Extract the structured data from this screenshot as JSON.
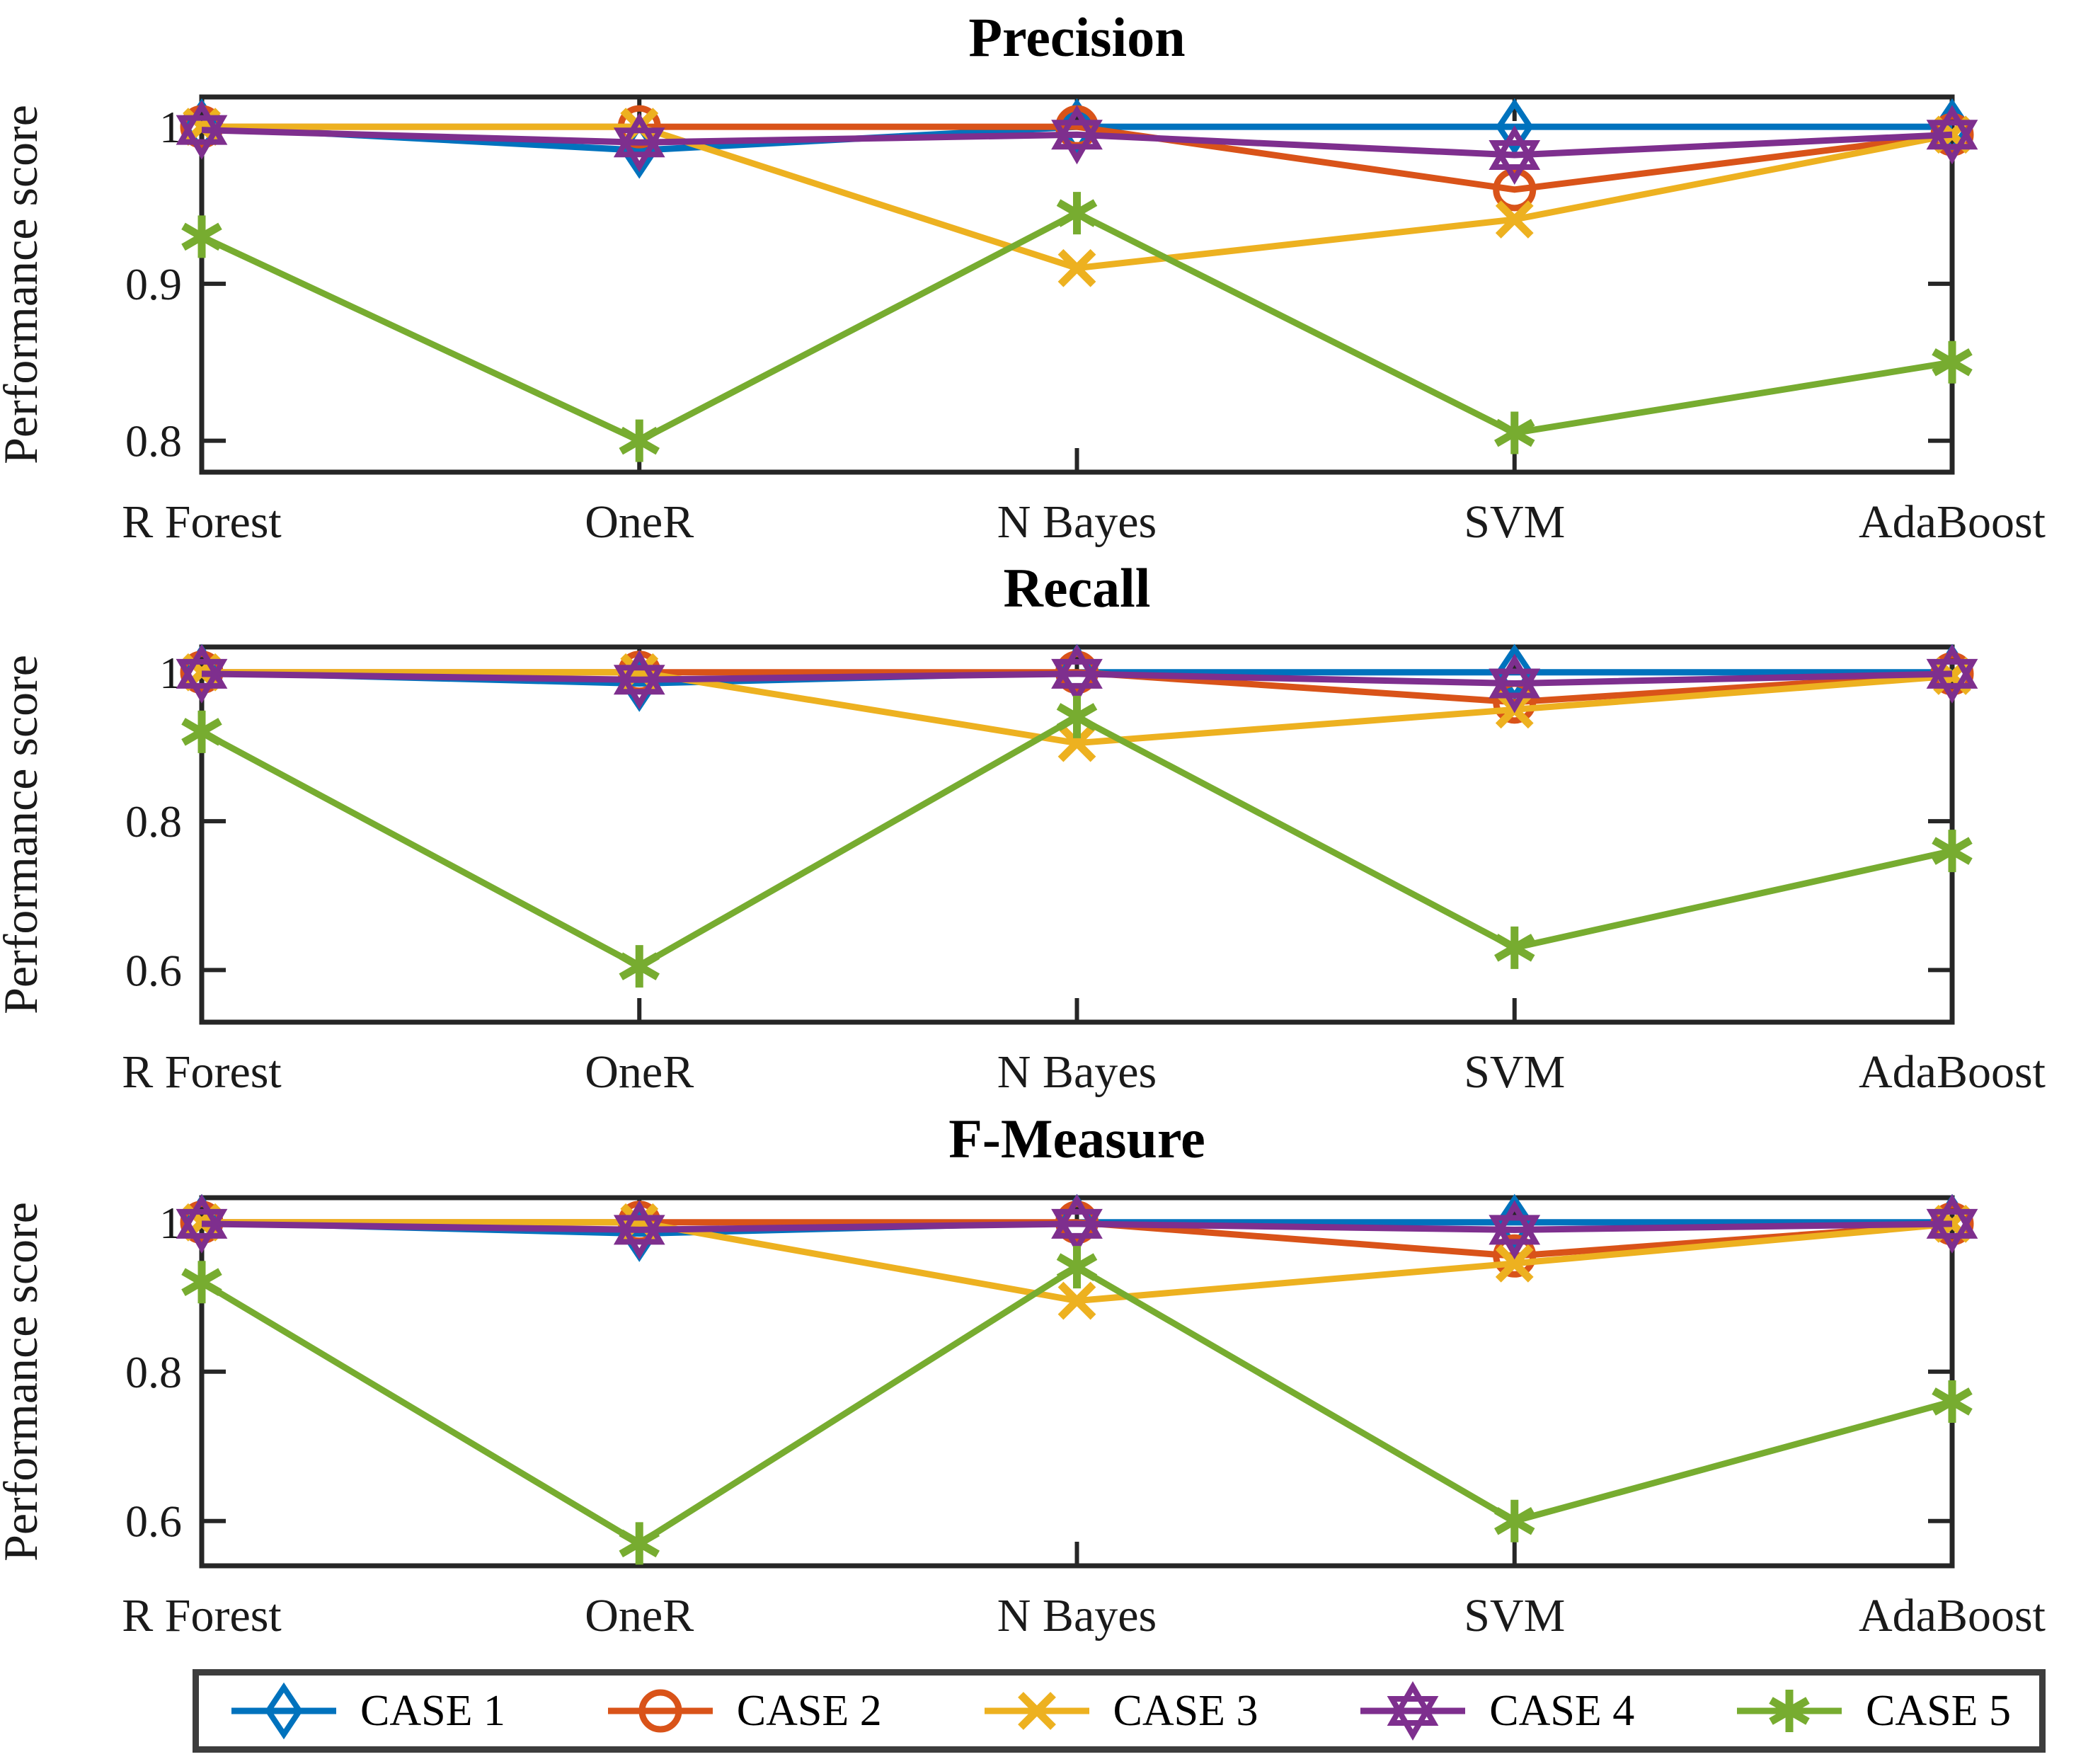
{
  "legend": {
    "items": [
      {
        "label": "CASE 1",
        "color": "#0072BD",
        "marker": "diamond"
      },
      {
        "label": "CASE 2",
        "color": "#D95319",
        "marker": "circle"
      },
      {
        "label": "CASE 3",
        "color": "#EDB120",
        "marker": "x"
      },
      {
        "label": "CASE 4",
        "color": "#7E2F8E",
        "marker": "hexagram"
      },
      {
        "label": "CASE 5",
        "color": "#77AC30",
        "marker": "asterisk"
      }
    ]
  },
  "chart_data": [
    {
      "type": "line",
      "title": "Precision",
      "ylabel": "Performance score",
      "categories": [
        "R Forest",
        "OneR",
        "N Bayes",
        "SVM",
        "AdaBoost"
      ],
      "ylim": [
        0.78,
        1.019
      ],
      "yticks": {
        "values": [
          0.8,
          0.9,
          1.0
        ],
        "labels": [
          "0.8",
          "0.9",
          "1"
        ]
      },
      "grid": false,
      "series": [
        {
          "name": "CASE 1",
          "color": "#0072BD",
          "marker": "diamond",
          "values": [
            1.0,
            0.985,
            1.0,
            1.0,
            1.0
          ]
        },
        {
          "name": "CASE 2",
          "color": "#D95319",
          "marker": "circle",
          "values": [
            1.0,
            1.0,
            1.0,
            0.96,
            0.995
          ]
        },
        {
          "name": "CASE 3",
          "color": "#EDB120",
          "marker": "x",
          "values": [
            1.0,
            1.0,
            0.91,
            0.941,
            0.995
          ]
        },
        {
          "name": "CASE 4",
          "color": "#7E2F8E",
          "marker": "hexagram",
          "values": [
            0.998,
            0.99,
            0.995,
            0.982,
            0.995
          ]
        },
        {
          "name": "CASE 5",
          "color": "#77AC30",
          "marker": "asterisk",
          "values": [
            0.93,
            0.8,
            0.945,
            0.805,
            0.85
          ]
        }
      ]
    },
    {
      "type": "line",
      "title": "Recall",
      "ylabel": "Performance score",
      "categories": [
        "R Forest",
        "OneR",
        "N Bayes",
        "SVM",
        "AdaBoost"
      ],
      "ylim": [
        0.53,
        1.034
      ],
      "yticks": {
        "values": [
          0.6,
          0.8,
          1.0
        ],
        "labels": [
          "0.6",
          "0.8",
          "1"
        ]
      },
      "grid": false,
      "series": [
        {
          "name": "CASE 1",
          "color": "#0072BD",
          "marker": "diamond",
          "values": [
            1.0,
            0.985,
            1.0,
            1.0,
            1.0
          ]
        },
        {
          "name": "CASE 2",
          "color": "#D95319",
          "marker": "circle",
          "values": [
            1.0,
            1.0,
            1.0,
            0.96,
            0.998
          ]
        },
        {
          "name": "CASE 3",
          "color": "#EDB120",
          "marker": "x",
          "values": [
            1.0,
            1.0,
            0.905,
            0.95,
            0.995
          ]
        },
        {
          "name": "CASE 4",
          "color": "#7E2F8E",
          "marker": "hexagram",
          "values": [
            0.998,
            0.99,
            0.998,
            0.985,
            0.998
          ]
        },
        {
          "name": "CASE 5",
          "color": "#77AC30",
          "marker": "asterisk",
          "values": [
            0.92,
            0.605,
            0.94,
            0.63,
            0.76
          ]
        }
      ]
    },
    {
      "type": "line",
      "title": "F-Measure",
      "ylabel": "Performance score",
      "categories": [
        "R Forest",
        "OneR",
        "N Bayes",
        "SVM",
        "AdaBoost"
      ],
      "ylim": [
        0.54,
        1.033
      ],
      "yticks": {
        "values": [
          0.6,
          0.8,
          1.0
        ],
        "labels": [
          "0.6",
          "0.8",
          "1"
        ]
      },
      "grid": false,
      "series": [
        {
          "name": "CASE 1",
          "color": "#0072BD",
          "marker": "diamond",
          "values": [
            1.0,
            0.985,
            1.0,
            1.0,
            1.0
          ]
        },
        {
          "name": "CASE 2",
          "color": "#D95319",
          "marker": "circle",
          "values": [
            1.0,
            1.0,
            1.0,
            0.955,
            0.998
          ]
        },
        {
          "name": "CASE 3",
          "color": "#EDB120",
          "marker": "x",
          "values": [
            1.0,
            1.0,
            0.895,
            0.945,
            0.998
          ]
        },
        {
          "name": "CASE 4",
          "color": "#7E2F8E",
          "marker": "hexagram",
          "values": [
            0.998,
            0.99,
            0.998,
            0.99,
            0.998
          ]
        },
        {
          "name": "CASE 5",
          "color": "#77AC30",
          "marker": "asterisk",
          "values": [
            0.92,
            0.57,
            0.94,
            0.6,
            0.76
          ]
        }
      ]
    }
  ]
}
